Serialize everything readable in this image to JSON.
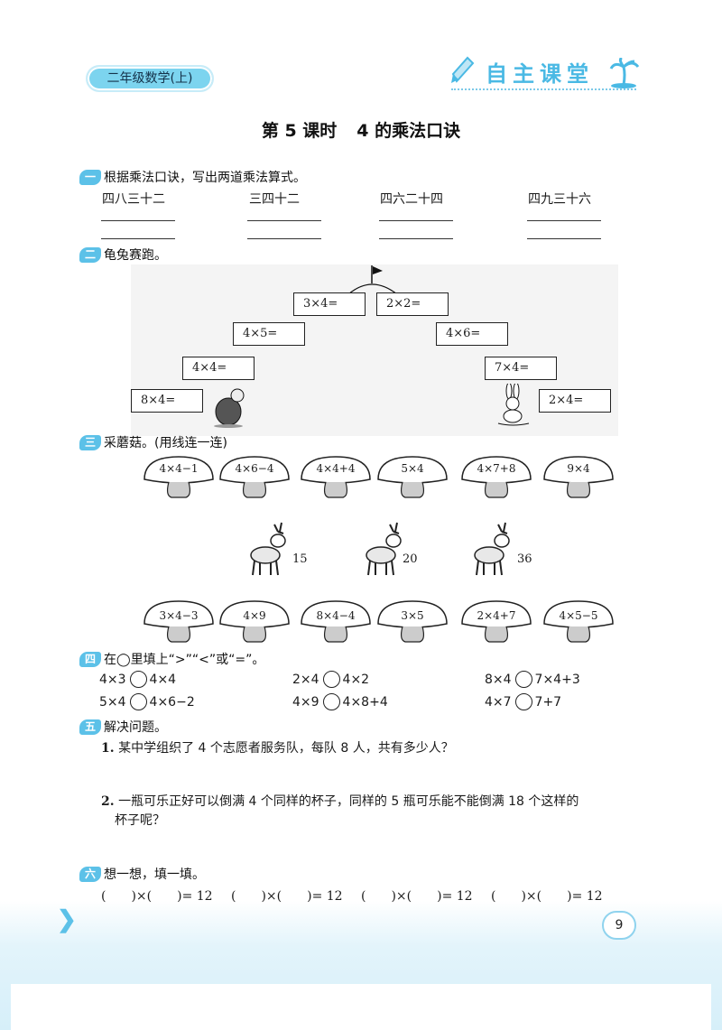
{
  "header": {
    "grade_label": "二年级数学(上)",
    "brand": "自主课堂",
    "lesson_number": "第 5 课时",
    "lesson_title": "4 的乘法口诀"
  },
  "sections": {
    "s1": {
      "badge": "一",
      "title": "根据乘法口诀，写出两道乘法算式。",
      "rhymes": [
        "四八三十二",
        "三四十二",
        "四六二十四",
        "四九三十六"
      ]
    },
    "s2": {
      "badge": "二",
      "title": "龟兔赛跑。",
      "boxes": [
        "3×4=",
        "2×2=",
        "4×5=",
        "4×6=",
        "4×4=",
        "7×4=",
        "8×4=",
        "2×4="
      ]
    },
    "s3": {
      "badge": "三",
      "title": "采蘑菇。(用线连一连)",
      "top_mushrooms": [
        "4×4−1",
        "4×6−4",
        "4×4+4",
        "5×4",
        "4×7+8",
        "9×4"
      ],
      "deer_numbers": [
        "15",
        "20",
        "36"
      ],
      "bottom_mushrooms": [
        "3×4−3",
        "4×9",
        "8×4−4",
        "3×5",
        "2×4+7",
        "4×5−5"
      ]
    },
    "s4": {
      "badge": "四",
      "title": "在◯里填上“>”“<”或“=”。",
      "rows": [
        [
          {
            "left": "4×3",
            "right": "4×4"
          },
          {
            "left": "2×4",
            "right": "4×2"
          },
          {
            "left": "8×4",
            "right": "7×4+3"
          }
        ],
        [
          {
            "left": "5×4",
            "right": "4×6−2"
          },
          {
            "left": "4×9",
            "right": "4×8+4"
          },
          {
            "left": "4×7",
            "right": "7+7"
          }
        ]
      ]
    },
    "s5": {
      "badge": "五",
      "title": "解决问题。",
      "q1_num": "1.",
      "q1": "某中学组织了 4 个志愿者服务队，每队 8 人，共有多少人？",
      "q2_num": "2.",
      "q2_line1": "一瓶可乐正好可以倒满 4 个同样的杯子，同样的 5 瓶可乐能不能倒满 18 个这样的",
      "q2_line2": "杯子呢？"
    },
    "s6": {
      "badge": "六",
      "title": "想一想，填一填。",
      "blanks": [
        "(　　)×(　　)= 12",
        "(　　)×(　　)= 12",
        "(　　)×(　　)= 12",
        "(　　)×(　　)= 12"
      ]
    }
  },
  "footer": {
    "page_number": "9"
  }
}
